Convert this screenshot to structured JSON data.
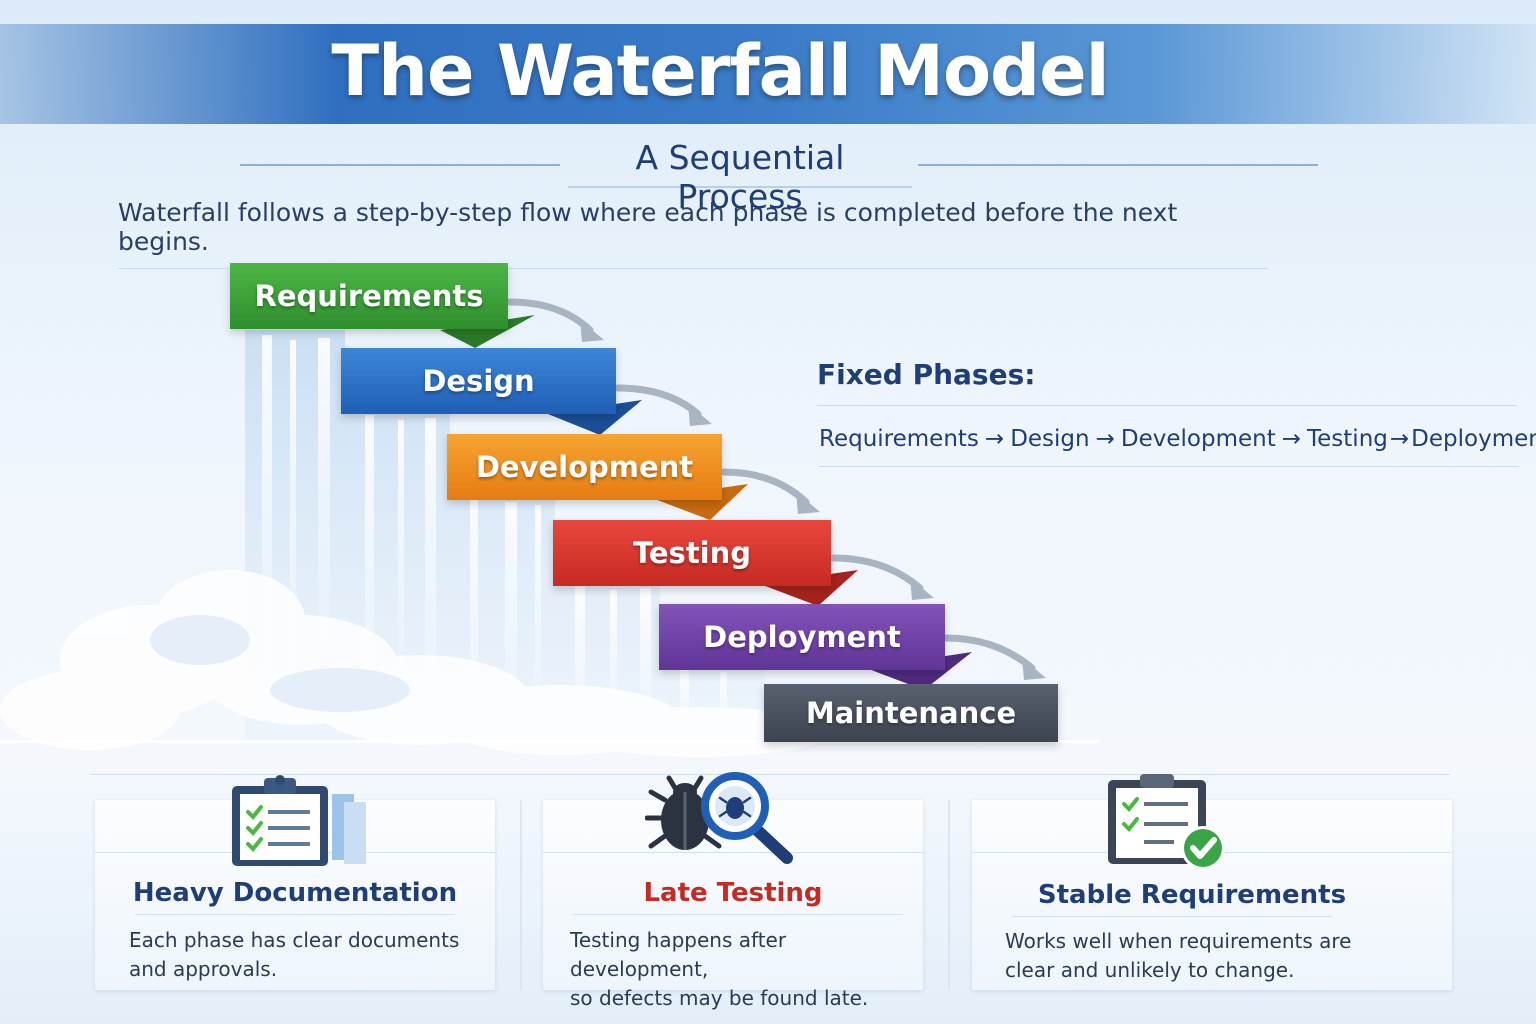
{
  "title": "The Waterfall Model",
  "subtitle": "A Sequential Process",
  "description": "Waterfall follows a step-by-step flow where each phase is completed before the next begins.",
  "steps": [
    {
      "label": "Requirements",
      "color": "#2f8f2e"
    },
    {
      "label": "Design",
      "color": "#1f5fb5"
    },
    {
      "label": "Development",
      "color": "#e67c12"
    },
    {
      "label": "Testing",
      "color": "#c62a23"
    },
    {
      "label": "Deployment",
      "color": "#5f3596"
    },
    {
      "label": "Maintenance",
      "color": "#3c4450"
    }
  ],
  "fixed_phases": {
    "title": "Fixed Phases:",
    "sequence": [
      "Requirements",
      "Design",
      "Development",
      "Testing",
      "Deployment"
    ],
    "arrow": "→"
  },
  "cards": [
    {
      "title": "Heavy Documentation",
      "text_line1": "Each phase has clear documents",
      "text_line2": "and approvals.",
      "icon": "clipboard-documents-icon",
      "title_color": "#1f3e78"
    },
    {
      "title": "Late Testing",
      "text_line1": "Testing happens after development,",
      "text_line2": "so defects may be found late.",
      "icon": "bug-magnifier-icon",
      "title_color": "#c62a23"
    },
    {
      "title": "Stable Requirements",
      "text_line1": "Works well when requirements are",
      "text_line2": "clear and unlikely to change.",
      "icon": "clipboard-check-icon",
      "title_color": "#1f3e78"
    }
  ]
}
